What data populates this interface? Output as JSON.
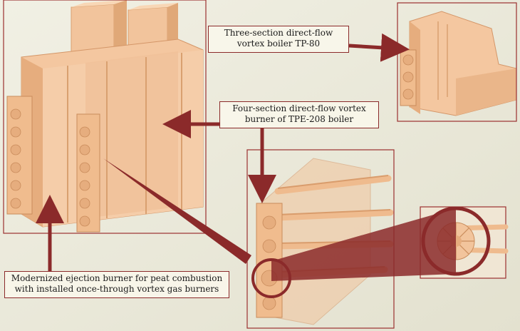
{
  "labels": {
    "tp80": {
      "line1": "Three-section direct-flow",
      "line2": "vortex boiler TP-80"
    },
    "tpe208": {
      "line1": "Four-section direct-flow vortex",
      "line2": "burner of TPE-208 boiler"
    },
    "ejection": {
      "line1": "Modernized ejection burner for peat combustion",
      "line2": "with installed once-through vortex gas burners"
    }
  },
  "colors": {
    "background": "#ecebdc",
    "frame": "#9b3030",
    "arrow": "#8b2a2a",
    "boiler_light": "#f7cfa9",
    "boiler_mid": "#efbb8e",
    "boiler_dark": "#d99c6c"
  }
}
